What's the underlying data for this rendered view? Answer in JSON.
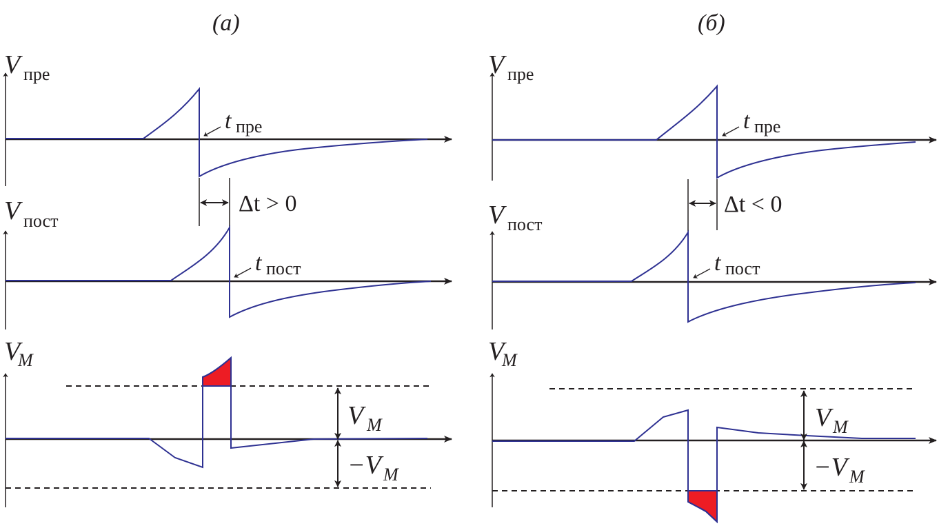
{
  "colors": {
    "signal": "#2e3192",
    "axis": "#231f20",
    "fill": "#ed1c24",
    "background": "#ffffff"
  },
  "panels": [
    {
      "id": "a",
      "title": "(а)",
      "pre": {
        "axis_label_main": "V",
        "axis_label_sub": "пре",
        "time_label_main": "t",
        "time_label_sub": "пре"
      },
      "post": {
        "axis_label_main": "V",
        "axis_label_sub": "пост",
        "time_label_main": "t",
        "time_label_sub": "пост"
      },
      "delta": {
        "label": "Δt > 0",
        "sign": "positive"
      },
      "memristor": {
        "axis_label_main": "V",
        "axis_label_sub": "M",
        "threshold_pos_main": "V",
        "threshold_pos_sub": "M",
        "threshold_neg_main": "−V",
        "threshold_neg_sub": "M",
        "exceeds": "positive threshold (potentiation)"
      }
    },
    {
      "id": "b",
      "title": "(б)",
      "pre": {
        "axis_label_main": "V",
        "axis_label_sub": "пре",
        "time_label_main": "t",
        "time_label_sub": "пре"
      },
      "post": {
        "axis_label_main": "V",
        "axis_label_sub": "пост",
        "time_label_main": "t",
        "time_label_sub": "пост"
      },
      "delta": {
        "label": "Δt < 0",
        "sign": "negative"
      },
      "memristor": {
        "axis_label_main": "V",
        "axis_label_sub": "M",
        "threshold_pos_main": "V",
        "threshold_pos_sub": "M",
        "threshold_neg_main": "−V",
        "threshold_neg_sub": "M",
        "exceeds": "negative threshold (depression)"
      }
    }
  ]
}
